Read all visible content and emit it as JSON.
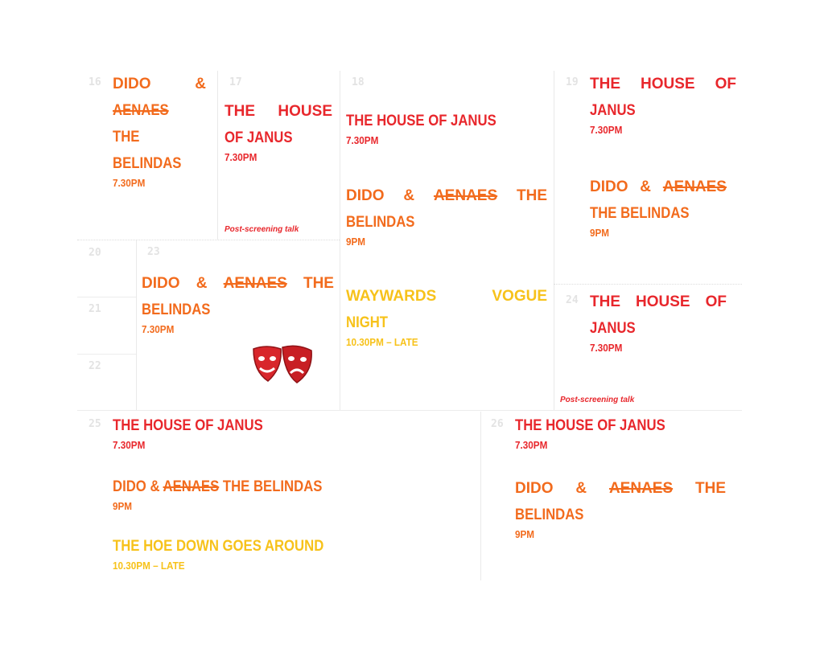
{
  "days": {
    "d16": "16",
    "d17": "17",
    "d18": "18",
    "d19": "19",
    "d20": "20",
    "d21": "21",
    "d22": "22",
    "d23": "23",
    "d24": "24",
    "d25": "25",
    "d26": "26"
  },
  "words": {
    "the": "THE",
    "house": "HOUSE",
    "of": "OF",
    "janus": "JANUS",
    "dido": "DIDO",
    "amp": "&",
    "aenaes": "AENAES",
    "belindas": "BELINDAS",
    "waywards": "WAYWARDS",
    "vogue": "VOGUE",
    "night": "NIGHT"
  },
  "titles": {
    "house_of_janus": "THE  HOUSE OF JANUS",
    "the_house": "THE  HOUSE",
    "of_janus": "OF JANUS",
    "dido_full_prefix": "DIDO & ",
    "the_belindas": "THE BELINDAS",
    "the_belindas_suffix": " THE BELINDAS",
    "hoe_down": "THE HOE DOWN GOES AROUND"
  },
  "times": {
    "t730": "7.30PM",
    "t9": "9PM",
    "late": "10.30PM – LATE"
  },
  "notes": {
    "post_screening": "Post-screening talk"
  },
  "colors": {
    "red": "#e8272c",
    "orange": "#f26b1d",
    "yellow": "#f7c21a",
    "grid": "#e9e9e9"
  },
  "icons": {
    "masks": "theatre-masks-icon"
  }
}
